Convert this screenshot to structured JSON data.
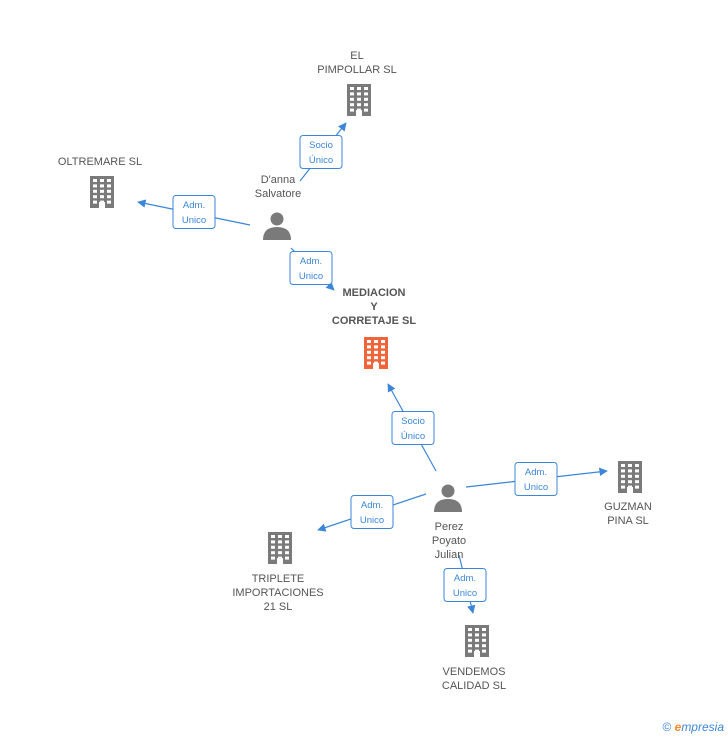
{
  "colors": {
    "building": "#7a7a7a",
    "building_main": "#f0643a",
    "person": "#7a7a7a",
    "edge": "#3b86d8",
    "label": "#555555"
  },
  "nodes": {
    "el_pimpollar": {
      "lines": [
        "EL",
        "PIMPOLLAR SL"
      ],
      "icon": "building-icon"
    },
    "oltremare": {
      "lines": [
        "OLTREMARE SL"
      ],
      "icon": "building-icon"
    },
    "danna": {
      "lines": [
        "D'anna",
        "Salvatore"
      ],
      "icon": "person-icon"
    },
    "mediacion": {
      "lines": [
        "MEDIACION",
        "Y",
        "CORRETAJE SL"
      ],
      "icon": "building-icon"
    },
    "perez": {
      "lines": [
        "Perez",
        "Poyato",
        "Julian"
      ],
      "icon": "person-icon"
    },
    "guzman": {
      "lines": [
        "GUZMAN",
        "PINA SL"
      ],
      "icon": "building-icon"
    },
    "triplete": {
      "lines": [
        "TRIPLETE",
        "IMPORTACIONES",
        "21 SL"
      ],
      "icon": "building-icon"
    },
    "vendemos": {
      "lines": [
        "VENDEMOS",
        "CALIDAD SL"
      ],
      "icon": "building-icon"
    }
  },
  "edges": [
    {
      "from": "danna",
      "to": "el_pimpollar",
      "label": [
        "Socio",
        "Único"
      ]
    },
    {
      "from": "danna",
      "to": "oltremare",
      "label": [
        "Adm.",
        "Unico"
      ]
    },
    {
      "from": "danna",
      "to": "mediacion",
      "label": [
        "Adm.",
        "Unico"
      ]
    },
    {
      "from": "perez",
      "to": "mediacion",
      "label": [
        "Socio",
        "Único"
      ]
    },
    {
      "from": "perez",
      "to": "guzman",
      "label": [
        "Adm.",
        "Unico"
      ]
    },
    {
      "from": "perez",
      "to": "triplete",
      "label": [
        "Adm.",
        "Unico"
      ]
    },
    {
      "from": "perez",
      "to": "vendemos",
      "label": [
        "Adm.",
        "Unico"
      ]
    }
  ],
  "footer": {
    "copyright": "©",
    "brand_initial": "e",
    "brand_rest": "mpresia"
  }
}
